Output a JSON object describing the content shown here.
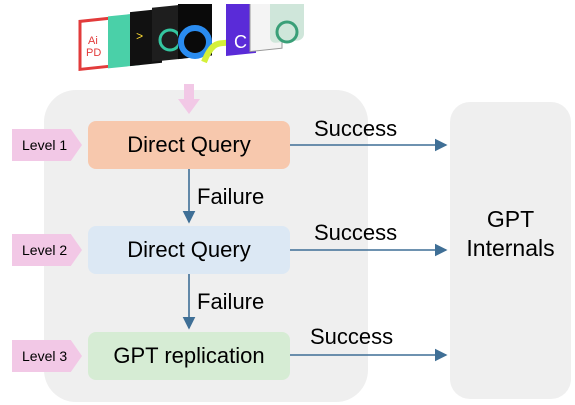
{
  "levels": [
    {
      "tag": "Level 1",
      "box": "Direct Query"
    },
    {
      "tag": "Level 2",
      "box": "Direct Query"
    },
    {
      "tag": "Level 3",
      "box": "GPT replication"
    }
  ],
  "edges": {
    "success": "Success",
    "failure": "Failure"
  },
  "target": {
    "line1": "GPT",
    "line2": "Internals"
  },
  "colors": {
    "level_tag": "#f2c8e6",
    "box1": "#f7c8ad",
    "box2": "#dce8f4",
    "box3": "#d6ecd4",
    "panel": "#efefef",
    "arrow": "#3f6f96"
  }
}
